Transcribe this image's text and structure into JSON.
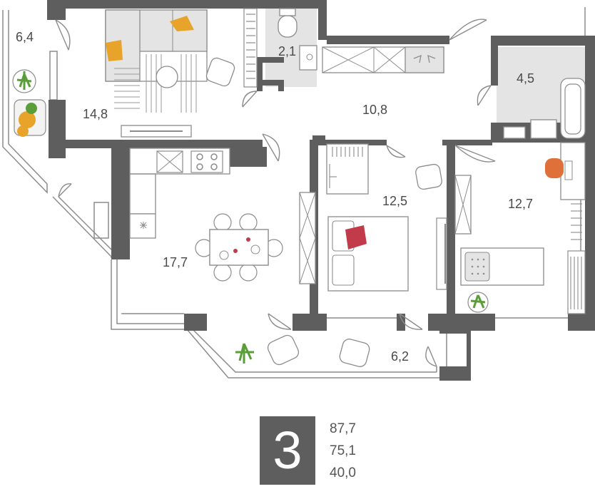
{
  "plan": {
    "rooms": [
      {
        "id": "balcony-nw",
        "area": "6,4"
      },
      {
        "id": "living-room",
        "area": "14,8"
      },
      {
        "id": "wc",
        "area": "2,1"
      },
      {
        "id": "hallway",
        "area": "10,8"
      },
      {
        "id": "bathroom",
        "area": "4,5"
      },
      {
        "id": "kitchen",
        "area": "17,7"
      },
      {
        "id": "bedroom-1",
        "area": "12,5"
      },
      {
        "id": "bedroom-2",
        "area": "12,7"
      },
      {
        "id": "balcony-s",
        "area": "6,2"
      }
    ],
    "colors": {
      "wall": "#5e5e5e",
      "line": "#8c8c8c",
      "wet_area": "#e4e4e4",
      "pillow_accent": "#e8a32a",
      "bed_accent": "#c23b4b",
      "chair_accent": "#e0703a",
      "plant": "#5a9e3a"
    }
  },
  "summary": {
    "rooms_count": "3",
    "total_area": "87,7",
    "living_area": "75,1",
    "third_area": "40,0"
  }
}
